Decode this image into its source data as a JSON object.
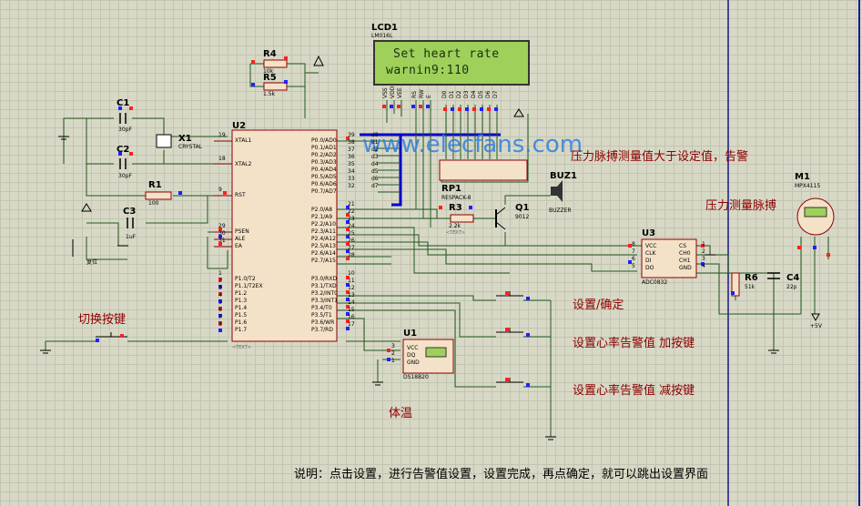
{
  "watermark": "www.elecfans.com",
  "lcd": {
    "ref": "LCD1",
    "model": "LM016L",
    "line1": "Set heart rate",
    "line2": "warnin9:110",
    "pins": [
      "VSS",
      "VDD",
      "VEE",
      "RS",
      "RW",
      "E",
      "D0",
      "D1",
      "D2",
      "D3",
      "D4",
      "D5",
      "D6",
      "D7"
    ]
  },
  "mcu": {
    "ref": "U2",
    "text_tag": "<TEXT>",
    "left_pins": [
      {
        "num": "19",
        "name": "XTAL1"
      },
      {
        "num": "18",
        "name": "XTAL2"
      },
      {
        "num": "9",
        "name": "RST"
      },
      {
        "num": "29",
        "name": "PSEN"
      },
      {
        "num": "30",
        "name": "ALE"
      },
      {
        "num": "31",
        "name": "EA"
      },
      {
        "num": "1",
        "name": "P1.0/T2"
      },
      {
        "num": "2",
        "name": "P1.1/T2EX"
      },
      {
        "num": "3",
        "name": "P1.2"
      },
      {
        "num": "4",
        "name": "P1.3"
      },
      {
        "num": "5",
        "name": "P1.4"
      },
      {
        "num": "6",
        "name": "P1.5"
      },
      {
        "num": "7",
        "name": "P1.6"
      },
      {
        "num": "8",
        "name": "P1.7"
      }
    ],
    "right_pins": [
      {
        "num": "39",
        "name": "P0.0/AD0"
      },
      {
        "num": "38",
        "name": "P0.1/AD1"
      },
      {
        "num": "37",
        "name": "P0.2/AD2"
      },
      {
        "num": "36",
        "name": "P0.3/AD3"
      },
      {
        "num": "35",
        "name": "P0.4/AD4"
      },
      {
        "num": "34",
        "name": "P0.5/AD5"
      },
      {
        "num": "33",
        "name": "P0.6/AD6"
      },
      {
        "num": "32",
        "name": "P0.7/AD7"
      },
      {
        "num": "21",
        "name": "P2.0/A8"
      },
      {
        "num": "22",
        "name": "P2.1/A9"
      },
      {
        "num": "23",
        "name": "P2.2/A10"
      },
      {
        "num": "24",
        "name": "P2.3/A11"
      },
      {
        "num": "25",
        "name": "P2.4/A12"
      },
      {
        "num": "26",
        "name": "P2.5/A13"
      },
      {
        "num": "27",
        "name": "P2.6/A14"
      },
      {
        "num": "28",
        "name": "P2.7/A15"
      },
      {
        "num": "10",
        "name": "P3.0/RXD"
      },
      {
        "num": "11",
        "name": "P3.1/TXD"
      },
      {
        "num": "12",
        "name": "P3.2/INT0"
      },
      {
        "num": "13",
        "name": "P3.3/INT1"
      },
      {
        "num": "14",
        "name": "P3.4/T0"
      },
      {
        "num": "15",
        "name": "P3.5/T1"
      },
      {
        "num": "16",
        "name": "P3.6/WR"
      },
      {
        "num": "17",
        "name": "P3.7/RD"
      }
    ]
  },
  "bus_labels": [
    "d0",
    "d1",
    "d2",
    "d3",
    "d4",
    "d5",
    "d6",
    "d7"
  ],
  "components": {
    "c1": {
      "ref": "C1",
      "value": "30pF"
    },
    "c2": {
      "ref": "C2",
      "value": "30pF"
    },
    "x1": {
      "ref": "X1",
      "value": "CRYSTAL"
    },
    "r1": {
      "ref": "R1",
      "value": "100"
    },
    "c3": {
      "ref": "C3",
      "value": "1uF"
    },
    "r4": {
      "ref": "R4",
      "value": "10k"
    },
    "r5": {
      "ref": "R5",
      "value": "1.5k"
    },
    "rp1": {
      "ref": "RP1",
      "value": "RESPACK-8"
    },
    "r3": {
      "ref": "R3",
      "value": "2.2k"
    },
    "q1": {
      "ref": "Q1",
      "value": "9012"
    },
    "buz1": {
      "ref": "BUZ1",
      "value": "BUZZER"
    },
    "u3": {
      "ref": "U3",
      "value": "ADC0832",
      "pins_left": [
        "VCC",
        "CLK",
        "DI",
        "DO"
      ],
      "pins_right": [
        "CS",
        "CH0",
        "CH1",
        "GND"
      ],
      "nums_left": [
        "8",
        "7",
        "6",
        "5"
      ],
      "nums_right": [
        "1",
        "2",
        "3",
        "4"
      ]
    },
    "r6": {
      "ref": "R6",
      "value": "51k"
    },
    "c4": {
      "ref": "C4",
      "value": "22p"
    },
    "m1": {
      "ref": "M1",
      "value": "MPX4115",
      "supply": "+5V"
    },
    "u1": {
      "ref": "U1",
      "value": "DS18B20",
      "pins": [
        "VCC",
        "DQ",
        "GND"
      ],
      "nums": [
        "3",
        "2",
        "1"
      ]
    },
    "reset_label": "复位",
    "text_tag": "<TEXT>"
  },
  "annotations": {
    "pressure_alarm": "压力脉搏测量值大于设定值，告警",
    "pressure_measure": "压力测量脉搏",
    "set_confirm": "设置/确定",
    "alarm_add": "设置心率告警值  加按键",
    "alarm_sub": "设置心率告警值  减按键",
    "switch_key": "切换按键",
    "body_temp": "体温",
    "note": "说明：点击设置，进行告警值设置，设置完成，再点确定，就可以跳出设置界面"
  }
}
